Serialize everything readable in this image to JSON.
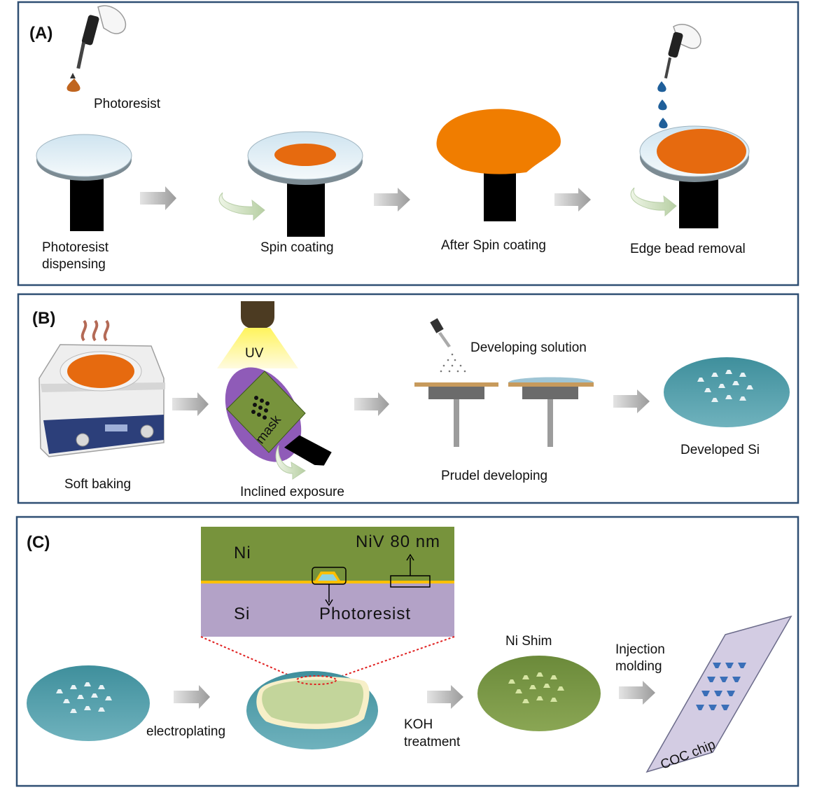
{
  "panels": {
    "a": {
      "label": "(A)",
      "photoresist": "Photoresist",
      "step1_line1": "Photoresist",
      "step1_line2": "dispensing",
      "step2": "Spin coating",
      "step3": "After Spin coating",
      "step4": "Edge bead removal"
    },
    "b": {
      "label": "(B)",
      "uv": "UV",
      "mask": "mask",
      "developing_solution": "Developing solution",
      "soft_baking": "Soft baking",
      "inclined_exposure": "Inclined exposure",
      "prudel_developing": "Prudel developing",
      "developed_si": "Developed Si"
    },
    "c": {
      "label": "(C)",
      "ni": "Ni",
      "niv": "NiV 80 nm",
      "si": "Si",
      "photoresist": "Photoresist",
      "electroplating": "electroplating",
      "koh_line1": "KOH",
      "koh_line2": "treatment",
      "ni_shim": "Ni Shim",
      "injection_line1": "Injection",
      "injection_line2": "molding",
      "coc_chip": "COC chip"
    }
  },
  "colors": {
    "frame": "#2f4f73",
    "photoresist": "#f07d00",
    "wafer": "#dfeef5",
    "ni": "#77933c",
    "si": "#b3a2c7",
    "niv": "#ffc000",
    "developed": "#4f9ba8",
    "arrow": "#a6a6a6"
  }
}
